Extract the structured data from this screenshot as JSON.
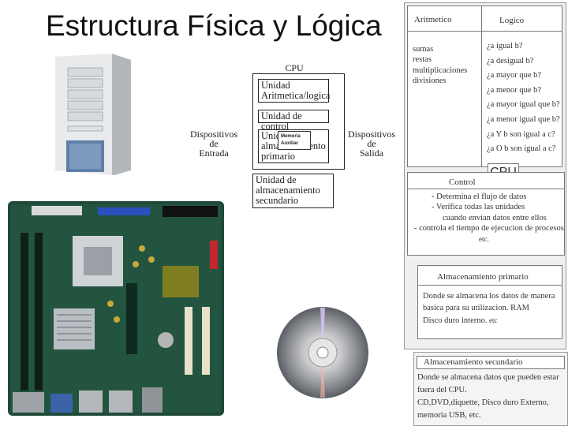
{
  "title": "Estructura Física y Lógica",
  "diagram": {
    "cpu_label": "CPU",
    "input_label": [
      "Dispositivos",
      "de",
      "Entrada"
    ],
    "output_label": [
      "Dispositivos",
      "de",
      "Salida"
    ],
    "alu_box": [
      "Unidad",
      "Aritmetica/logica"
    ],
    "control_box": "Unidad de control",
    "memory_box": [
      "Unidad de",
      "almacenamiento",
      "primario"
    ],
    "overlay_label": [
      "Memoria",
      "Auxiliar"
    ],
    "secondary_box": [
      "Unidad de",
      "almacenamiento",
      "secundario"
    ]
  },
  "cpu_panel": {
    "col_left_header": "Aritmetico",
    "col_right_header": "Logico",
    "left_items": [
      "sumas",
      "restas",
      "multiplicaciones",
      "divisiones"
    ],
    "right_items": [
      "¿a igual b?",
      "¿a desigual b?",
      "¿a mayor que b?",
      "¿a menor que b?",
      "¿a mayor igual que b?",
      "¿a menor igual que b?",
      "¿a Y b son igual a c?",
      "¿a O b son igual a c?"
    ],
    "tag": "CPU"
  },
  "control_panel": {
    "header": "Control",
    "items": [
      "- Determina el flujo de datos",
      "- Verifica todas las unidades",
      "cuando envian datos entre ellos",
      "- controla el tiempo de ejecucion de procesos",
      "etc."
    ]
  },
  "primary_panel": {
    "header": "Almacenamiento primario",
    "lines": [
      "Donde se almacena los datos de manera",
      "basica para su utilizacion.  RAM",
      "Disco duro interno.",
      "etc"
    ]
  },
  "secondary_panel": {
    "header": "Almacenamiento secundario",
    "lines": [
      "Donde se almacena datos que pueden estar",
      "fuera del CPU.",
      "CD,DVD,diquette, Disco duro Externo,",
      "memoria USB, etc."
    ]
  }
}
